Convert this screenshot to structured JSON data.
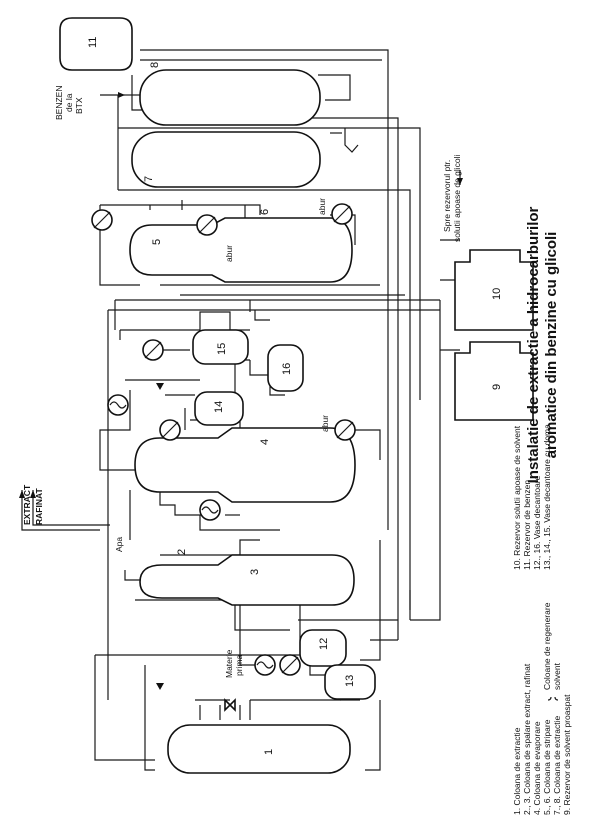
{
  "title": {
    "line1": "Instalatie de extractie a hidrocarburilor",
    "line2": "aromatice din benzine cu glicoli"
  },
  "equipment_numbers": {
    "n1": "1",
    "n2": "2",
    "n3": "3",
    "n4": "4",
    "n5": "5",
    "n6": "6",
    "n7": "7",
    "n8": "8",
    "n9": "9",
    "n10": "10",
    "n11": "11",
    "n12": "12",
    "n13": "13",
    "n14": "14",
    "n15": "15",
    "n16": "16"
  },
  "stream_labels": {
    "benzen_line1": "BENZEN",
    "benzen_line2": "de la",
    "benzen_line3": "BTX",
    "spre_line1": "Spre rezervorul ptr.",
    "spre_line2": "solutii apoase de glicoli",
    "extract": "EXTRACT",
    "rafinat": "RAFINAT",
    "apa": "Apa",
    "materie_line1": "Materie",
    "materie_line2": "prima",
    "abur_a": "abur",
    "abur_b": "abur",
    "abur_c": "abur"
  },
  "legend_left": [
    "1.  Coloana de extractie",
    "2., 3.  Coloana de spalare extract, rafinat",
    "4.  Coloana de evaporare",
    "5., 6.  Coloana de stripare",
    "7., 8.  Coloana de extractie",
    "9.  Rezervor de solvent proaspat"
  ],
  "legend_brace": {
    "line1": "Coloane de regenerare",
    "line2": "solvent"
  },
  "legend_right": [
    "10.  Rezervor solutii apoase de solvent",
    "11.  Rezervor de benzen",
    "12., 16.  Vase decantoare",
    "13., 14., 15.  Vase decantoare cu doma"
  ]
}
